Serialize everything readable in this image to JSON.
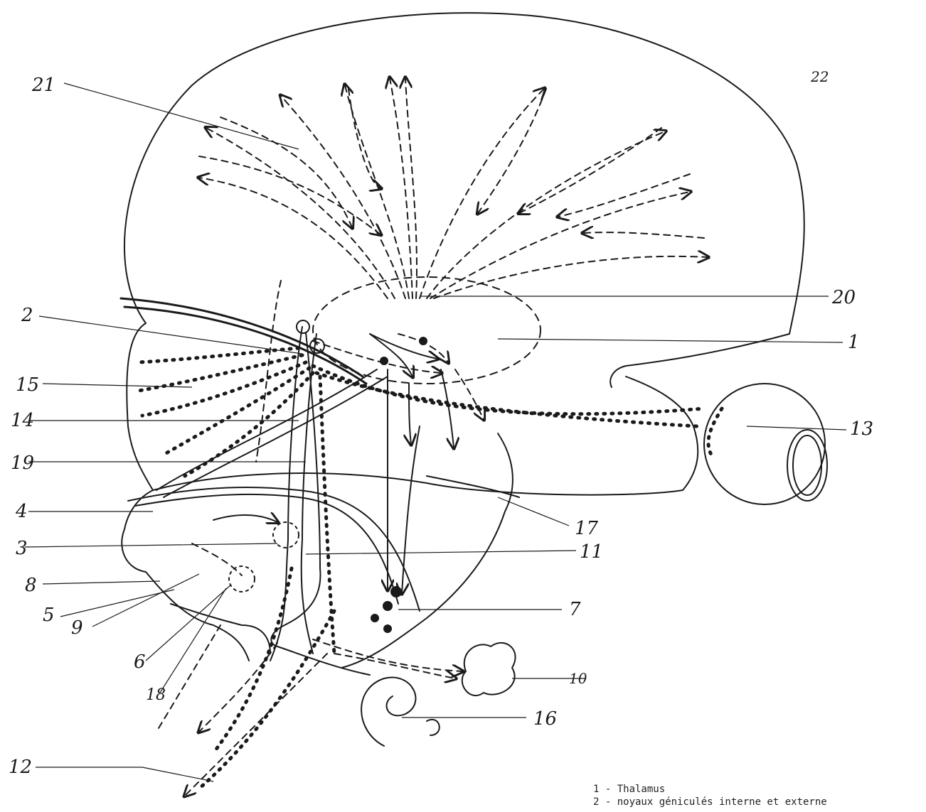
{
  "labels": {
    "n1": "1",
    "n2": "2",
    "n3": "3",
    "n4": "4",
    "n5": "5",
    "n6": "6",
    "n7": "7",
    "n8": "8",
    "n9": "9",
    "n10": "10",
    "n11": "11",
    "n12": "12",
    "n13": "13",
    "n14": "14",
    "n15": "15",
    "n16": "16",
    "n17": "17",
    "n18": "18",
    "n19": "19",
    "n20": "20",
    "n21": "21",
    "n22": "22"
  },
  "legend": {
    "line1": "1 - Thalamus",
    "line2": "2 - noyaux géniculés interne et externe"
  },
  "colors": {
    "ink": "#1a1a1a",
    "paper": "#ffffff"
  }
}
